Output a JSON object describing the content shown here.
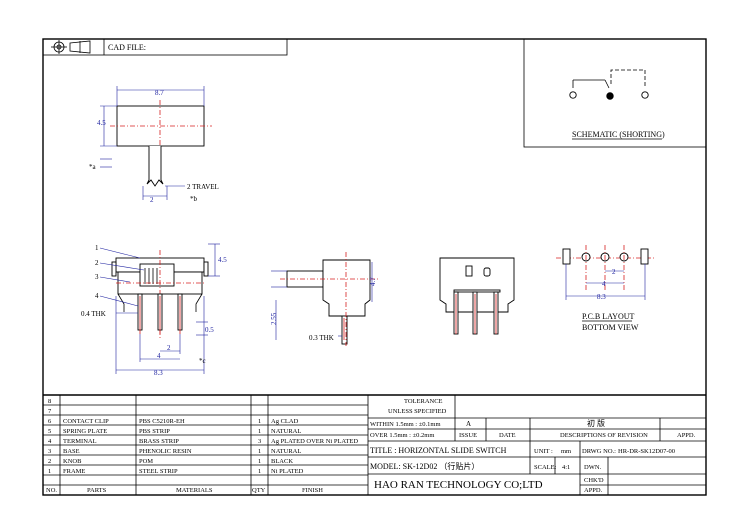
{
  "header": {
    "cad_file_label": "CAD FILE:"
  },
  "schematic": {
    "label": "SCHEMATIC (SHORTING)"
  },
  "pcb": {
    "label_line1": "P.C.B LAYOUT",
    "label_line2": "BOTTOM VIEW",
    "dim_2": "2",
    "dim_4": "4",
    "dim_83": "8.3"
  },
  "top_view": {
    "dim_87": "8.7",
    "dim_45": "4.5",
    "dim_2": "2",
    "travel": "2 TRAVEL",
    "mark_a": "*a",
    "mark_b": "*b"
  },
  "front_view": {
    "callouts": [
      "1",
      "2",
      "3",
      "4"
    ],
    "thk": "0.4 THK",
    "dim_45": "4.5",
    "dim_05": "0.5",
    "dim_2": "2",
    "dim_4": "4",
    "dim_83": "8.3",
    "mark_c": "*c"
  },
  "side_view": {
    "dim_47": "4.7",
    "dim_255": "2.55",
    "thk": "0.3 THK"
  },
  "tolerance": {
    "line1": "TOLERANCE",
    "line2": "UNLESS SPECIFIED",
    "within": "WITHIN 1.5mm : ±0.1mm",
    "over": "OVER 1.5mm : ±0.2mm"
  },
  "revision": {
    "rev_letter": "A",
    "issue_header": "ISSUE",
    "date_header": "DATE",
    "desc_header": "DESCRIPTIONS OF REVISION",
    "appd_header": "APPD.",
    "first_edition": "初 版"
  },
  "title_block": {
    "title": "TITLE : HORIZONTAL SLIDE SWITCH",
    "unit_label": "UNIT :",
    "unit_value": "mm",
    "drwg_label": "DRWG NO.:",
    "drwg_value": "HR-DR-SK12D07-00",
    "model": "MODEL: SK-12D02 （行贴片）",
    "scale_label": "SCALE:",
    "scale_value": "4:1",
    "dwn": "DWN.",
    "chkd": "CHK'D",
    "appd": "APPD.",
    "company": "HAO RAN TECHNOLOGY CO;LTD"
  },
  "bom": {
    "headers": {
      "no": "NO.",
      "parts": "PARTS",
      "materials": "MATERIALS",
      "qty": "QTY",
      "finish": "FINISH"
    },
    "rows": [
      {
        "no": "8",
        "part": "",
        "material": "",
        "qty": "",
        "finish": ""
      },
      {
        "no": "7",
        "part": "",
        "material": "",
        "qty": "",
        "finish": ""
      },
      {
        "no": "6",
        "part": "CONTACT CLIP",
        "material": "PBS C5210R-EH",
        "qty": "1",
        "finish": "Ag CLAD"
      },
      {
        "no": "5",
        "part": "SPRING PLATE",
        "material": "PBS STRIP",
        "qty": "1",
        "finish": "NATURAL"
      },
      {
        "no": "4",
        "part": "TERMINAL",
        "material": "BRASS STRIP",
        "qty": "3",
        "finish": "Ag PLATED OVER Ni PLATED"
      },
      {
        "no": "3",
        "part": "BASE",
        "material": "PHENOLIC RESIN",
        "qty": "1",
        "finish": "NATURAL"
      },
      {
        "no": "2",
        "part": "KNOB",
        "material": "POM",
        "qty": "1",
        "finish": "BLACK"
      },
      {
        "no": "1",
        "part": "FRAME",
        "material": "STEEL STRIP",
        "qty": "1",
        "finish": "Ni PLATED"
      }
    ]
  }
}
